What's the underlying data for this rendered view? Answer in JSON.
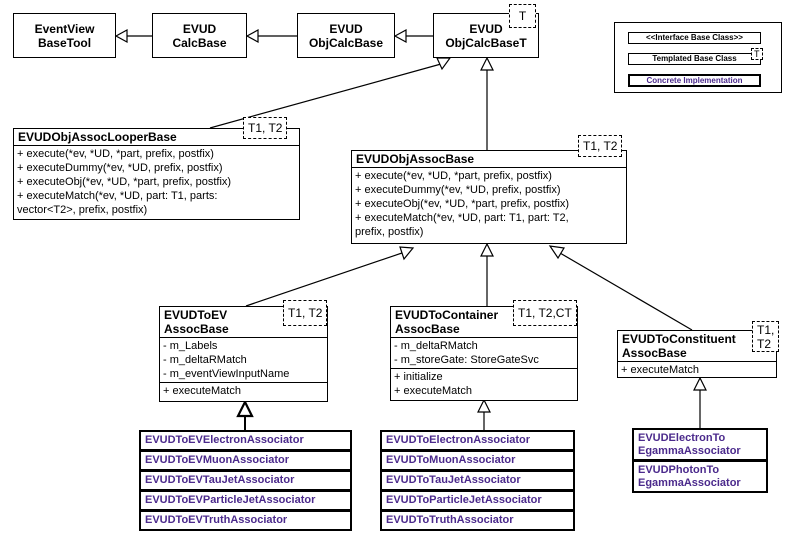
{
  "legend": {
    "interface": "<<Interface Base Class>>",
    "templated": "Templated Base Class",
    "templated_param": "T",
    "concrete": "Concrete Implementation"
  },
  "classes": {
    "eventview_basetool": "EventView\nBaseTool",
    "evud_calcbase": "EVUD\nCalcBase",
    "evud_objcalcbase": "EVUD\nObjCalcBase",
    "evud_objcalcbaset": "EVUD\nObjCalcBaseT",
    "evud_objcalcbaset_param": "T",
    "looper": {
      "title": "EVUDObjAssocLooperBase",
      "param": "T1, T2",
      "methods": [
        "+ execute(*ev, *UD, *part, prefix, postfix)",
        "+ executeDummy(*ev, *UD, prefix, postfix)",
        "+ executeObj(*ev, *UD, *part, prefix, postfix)",
        "+ executeMatch(*ev, *UD, part: T1, parts:\nvector<T2>, prefix, postfix)"
      ]
    },
    "assocbase": {
      "title": "EVUDObjAssocBase",
      "param": "T1, T2",
      "methods": [
        "+ execute(*ev, *UD, *part, prefix, postfix)",
        "+ executeDummy(*ev, *UD, prefix, postfix)",
        "+ executeObj(*ev, *UD, *part, prefix, postfix)",
        "+ executeMatch(*ev, *UD, part: T1, part: T2,\nprefix, postfix)"
      ]
    },
    "toev": {
      "title": "EVUDToEV\nAssocBase",
      "param": "T1, T2",
      "attributes": [
        "- m_Labels",
        "- m_deltaRMatch",
        "- m_eventViewInputName"
      ],
      "methods": [
        "+ executeMatch"
      ]
    },
    "tocontainer": {
      "title": "EVUDToContainer\nAssocBase",
      "param": "T1, T2,CT",
      "attributes": [
        "- m_deltaRMatch",
        "- m_storeGate: StoreGateSvc"
      ],
      "methods": [
        "+ initialize",
        "+ executeMatch"
      ]
    },
    "toconstituent": {
      "title": "EVUDToConstituent\nAssocBase",
      "param": "T1,\nT2",
      "methods": [
        "+ executeMatch"
      ]
    }
  },
  "implementations": {
    "toev": [
      "EVUDToEVElectronAssociator",
      "EVUDToEVMuonAssociator",
      "EVUDToEVTauJetAssociator",
      "EVUDToEVParticleJetAssociator",
      "EVUDToEVTruthAssociator"
    ],
    "tocontainer": [
      "EVUDToElectronAssociator",
      "EVUDToMuonAssociator",
      "EVUDToTauJetAssociator",
      "EVUDToParticleJetAssociator",
      "EVUDToTruthAssociator"
    ],
    "toconstituent": [
      "EVUDElectronTo\nEgammaAssociator",
      "EVUDPhotonTo\nEgammaAssociator"
    ]
  },
  "colors": {
    "implementation_text": "#4b2a8c",
    "line": "#000000"
  }
}
